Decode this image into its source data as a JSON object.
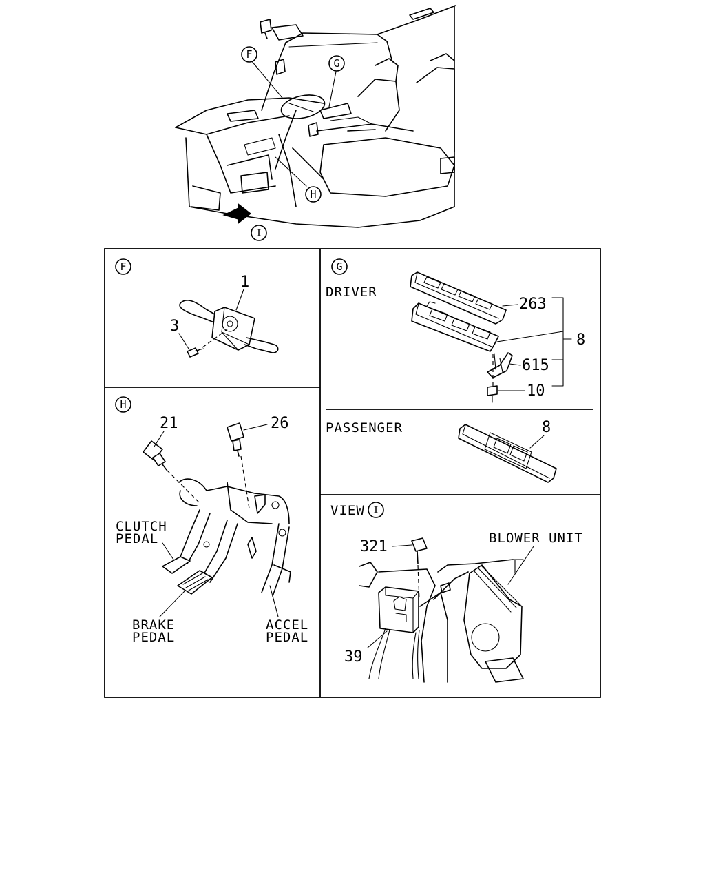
{
  "callouts": {
    "F": "F",
    "G": "G",
    "H": "H",
    "I": "I"
  },
  "panel_f": {
    "letter": "F",
    "parts": {
      "switch": "1",
      "screw": "3"
    }
  },
  "panel_g": {
    "letter": "G",
    "driver_label": "DRIVER",
    "passenger_label": "PASSENGER",
    "parts": {
      "bezel": "263",
      "assembly": "8",
      "bracket": "615",
      "screw": "10",
      "passenger_switch": "8"
    }
  },
  "panel_h": {
    "letter": "H",
    "parts": {
      "clutch_switch": "21",
      "brake_switch": "26"
    },
    "clutch_label": [
      "CLUTCH",
      "PEDAL"
    ],
    "brake_label": [
      "BRAKE",
      "PEDAL"
    ],
    "accel_label": [
      "ACCEL",
      "PEDAL"
    ]
  },
  "panel_view": {
    "view_label": "VIEW",
    "view_letter": "I",
    "blower_label": "BLOWER UNIT",
    "parts": {
      "bolt": "321",
      "unit": "39"
    }
  }
}
